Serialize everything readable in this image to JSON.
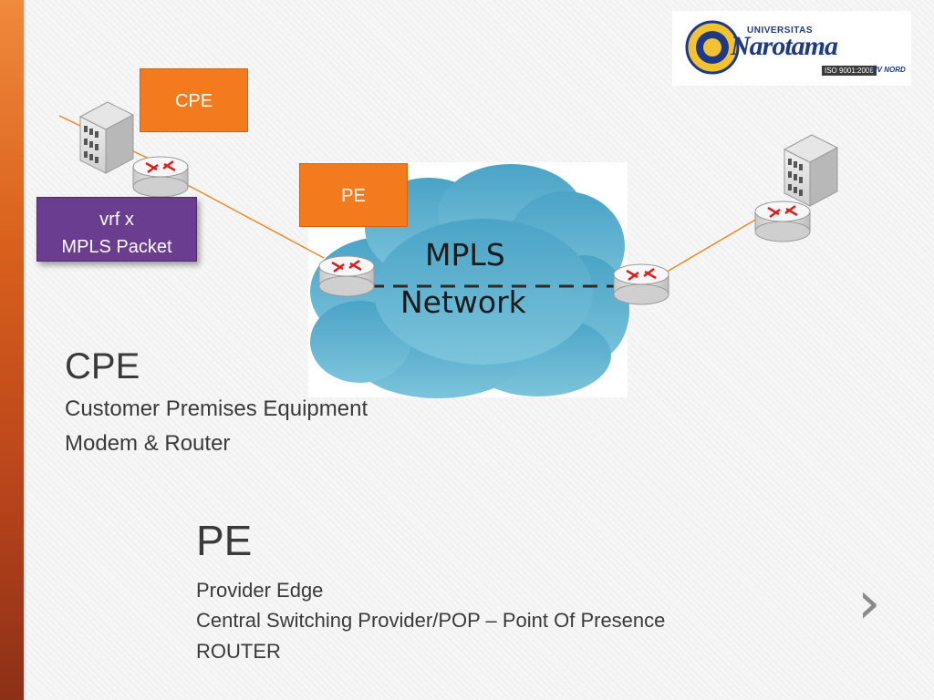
{
  "boxes": {
    "cpe_label": "CPE",
    "pe_label": "PE",
    "vrf_line1": "vrf  x",
    "vrf_line2": "MPLS Packet"
  },
  "cloud": {
    "line1": "MPLS",
    "line2": "Network"
  },
  "cpe_section": {
    "heading": "CPE",
    "line1": "Customer Premises Equipment",
    "line2": "Modem & Router"
  },
  "pe_section": {
    "heading": "PE",
    "line1": "Provider Edge",
    "line2": "Central Switching Provider/POP – Point Of Presence",
    "line3": "ROUTER"
  },
  "logo": {
    "small": "UNIVERSITAS",
    "name": "Narotama",
    "iso": "ISO 9001:2008",
    "tuv": "TÜV NORD"
  },
  "nav": {
    "next_icon": "›"
  },
  "colors": {
    "accent_orange": "#f47a1e",
    "packet_purple": "#6b3d91",
    "cloud_blue": "#5fb3cf",
    "router_red": "#d8201f",
    "link_orange": "#f2891f"
  },
  "icons": [
    "server-icon",
    "router-icon",
    "cloud-icon",
    "chevron-right-icon"
  ]
}
